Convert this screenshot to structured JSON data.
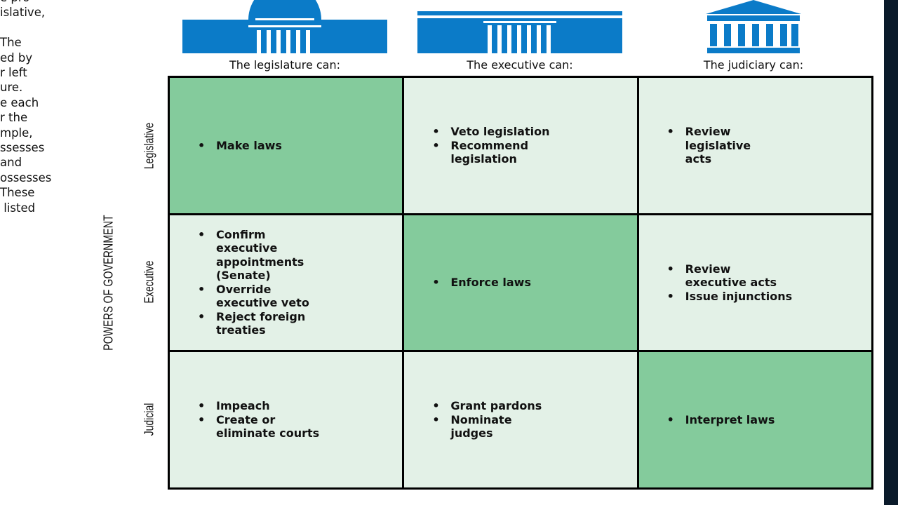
{
  "colors": {
    "building_blue": "#0b7bc8",
    "grid_border": "#000000",
    "cell_light": "#e3f1e7",
    "cell_diagonal": "#84cb9c",
    "right_band": "#0a1a2a"
  },
  "left_text_lines": [
    "e pro",
    "islative,",
    "",
    "The",
    "ed by",
    "r left",
    "ure.",
    "e each",
    "r the",
    "mple,",
    "ssesses",
    "and",
    "ossesses",
    "These",
    " listed"
  ],
  "headers": [
    {
      "label": "The legislature can:",
      "icon": "capitol-dome-icon"
    },
    {
      "label": "The executive can:",
      "icon": "white-house-icon"
    },
    {
      "label": "The judiciary can:",
      "icon": "supreme-court-icon"
    }
  ],
  "axis_label": "POWERS OF GOVERNMENT",
  "rows": [
    {
      "label": "Legislative",
      "cells": [
        {
          "items": [
            "Make laws"
          ]
        },
        {
          "items": [
            "Veto legislation",
            "Recommend\nlegislation"
          ]
        },
        {
          "items": [
            "Review\nlegislative\nacts"
          ]
        }
      ]
    },
    {
      "label": "Executive",
      "cells": [
        {
          "items": [
            "Confirm\nexecutive\nappointments\n(Senate)",
            "Override\nexecutive veto",
            "Reject foreign\ntreaties"
          ]
        },
        {
          "items": [
            "Enforce laws"
          ]
        },
        {
          "items": [
            "Review\nexecutive acts",
            "Issue injunctions"
          ]
        }
      ]
    },
    {
      "label": "Judicial",
      "cells": [
        {
          "items": [
            "Impeach",
            "Create or\neliminate courts"
          ]
        },
        {
          "items": [
            "Grant pardons",
            "Nominate\njudges"
          ]
        },
        {
          "items": [
            "Interpret laws"
          ]
        }
      ]
    }
  ]
}
